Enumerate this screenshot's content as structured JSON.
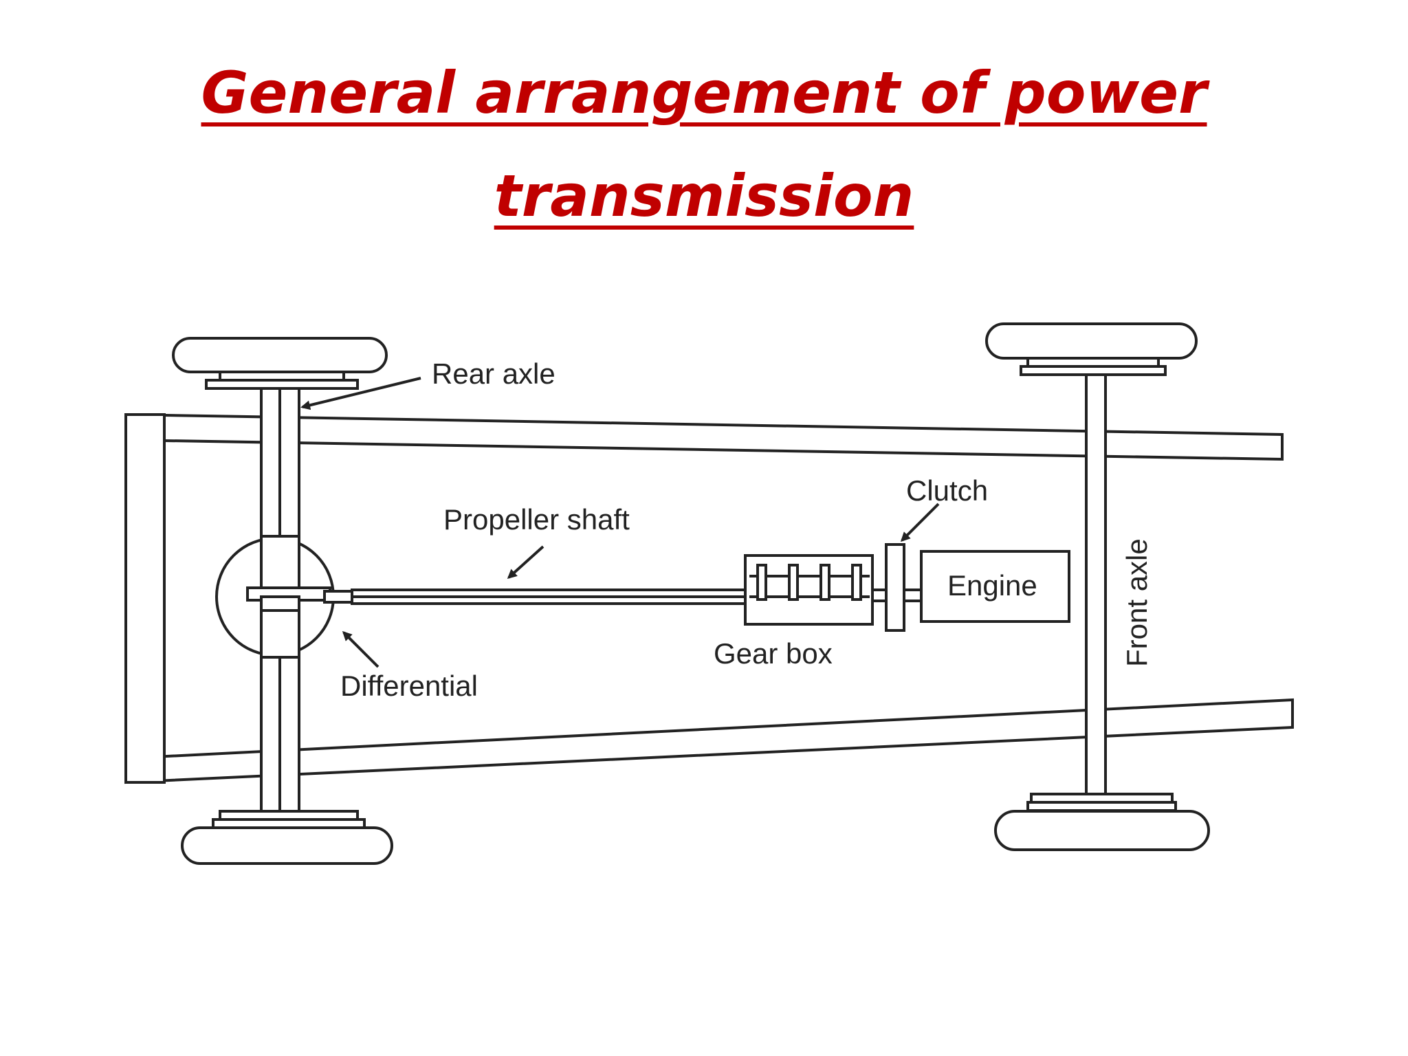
{
  "title": {
    "line1": "General arrangement of power",
    "line2": "transmission",
    "color": "#c00000"
  },
  "diagram": {
    "labels": {
      "rear_axle": "Rear axle",
      "clutch": "Clutch",
      "propeller_shaft": "Propeller shaft",
      "engine": "Engine",
      "front_axle": "Front axle",
      "differential": "Differential",
      "gear_box": "Gear box"
    }
  }
}
